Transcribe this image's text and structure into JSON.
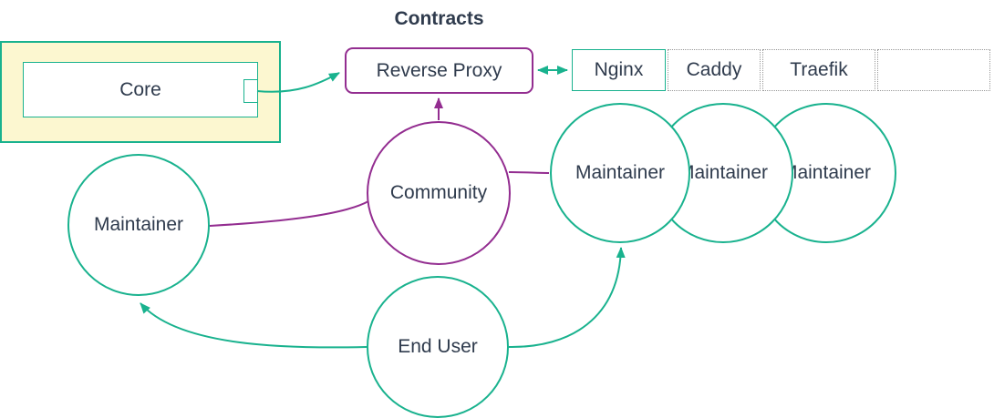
{
  "title": "Contracts",
  "colors": {
    "teal": "#19b28e",
    "purple": "#932d90",
    "group_fill": "#fcf7d0",
    "text": "#2f3b4d",
    "dotted": "#999999",
    "background": "#ffffff"
  },
  "nodes": {
    "core": {
      "label": "Core"
    },
    "reverse_proxy": {
      "label": "Reverse Proxy"
    },
    "proxies": [
      {
        "label": "Nginx",
        "border": "solid-teal"
      },
      {
        "label": "Caddy",
        "border": "dotted-gray"
      },
      {
        "label": "Traefik",
        "border": "dotted-gray"
      },
      {
        "label": "",
        "border": "dotted-gray"
      }
    ],
    "community": {
      "label": "Community"
    },
    "maintainer_left": {
      "label": "Maintainer"
    },
    "maintainers_right": [
      {
        "label": "Maintainer"
      },
      {
        "label": "Maintainer"
      },
      {
        "label": "Maintainer"
      }
    ],
    "end_user": {
      "label": "End User"
    }
  },
  "edges": [
    {
      "from": "core",
      "to": "reverse-proxy",
      "color": "teal",
      "arrow": "end"
    },
    {
      "from": "reverse-proxy",
      "to": "nginx",
      "color": "teal",
      "arrow": "both"
    },
    {
      "from": "community",
      "to": "reverse-proxy",
      "color": "purple",
      "arrow": "end"
    },
    {
      "from": "maintainer-left",
      "to": "community",
      "color": "purple",
      "arrow": "none"
    },
    {
      "from": "community",
      "to": "maintainer-right-1",
      "color": "purple",
      "arrow": "none"
    },
    {
      "from": "end-user",
      "to": "maintainer-left",
      "color": "teal",
      "arrow": "end"
    },
    {
      "from": "end-user",
      "to": "maintainer-right-1",
      "color": "teal",
      "arrow": "end"
    }
  ]
}
